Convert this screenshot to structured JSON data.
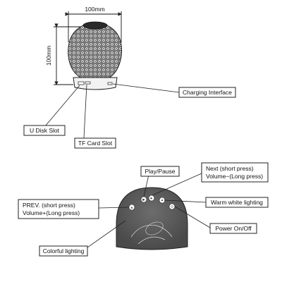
{
  "dimensions": {
    "width_label": "100mm",
    "height_label": "100mm"
  },
  "callouts": {
    "charging_interface": "Charging Interface",
    "u_disk_slot": "U Disk Slot",
    "tf_card_slot": "TF Card Slot",
    "play_pause": "Play/Pause",
    "next_line1": "Next (short press)",
    "next_line2": "Volume−(Long press)",
    "prev_line1": "PREV. (short press)",
    "prev_line2": "Volume+(Long press)",
    "warm_white": "Warm white lighting",
    "power": "Power On/Off",
    "colorful": "Colorful lighting"
  },
  "icons": [
    "play-pause-icon",
    "next-icon",
    "prev-icon",
    "warm-white-icon",
    "power-icon"
  ]
}
